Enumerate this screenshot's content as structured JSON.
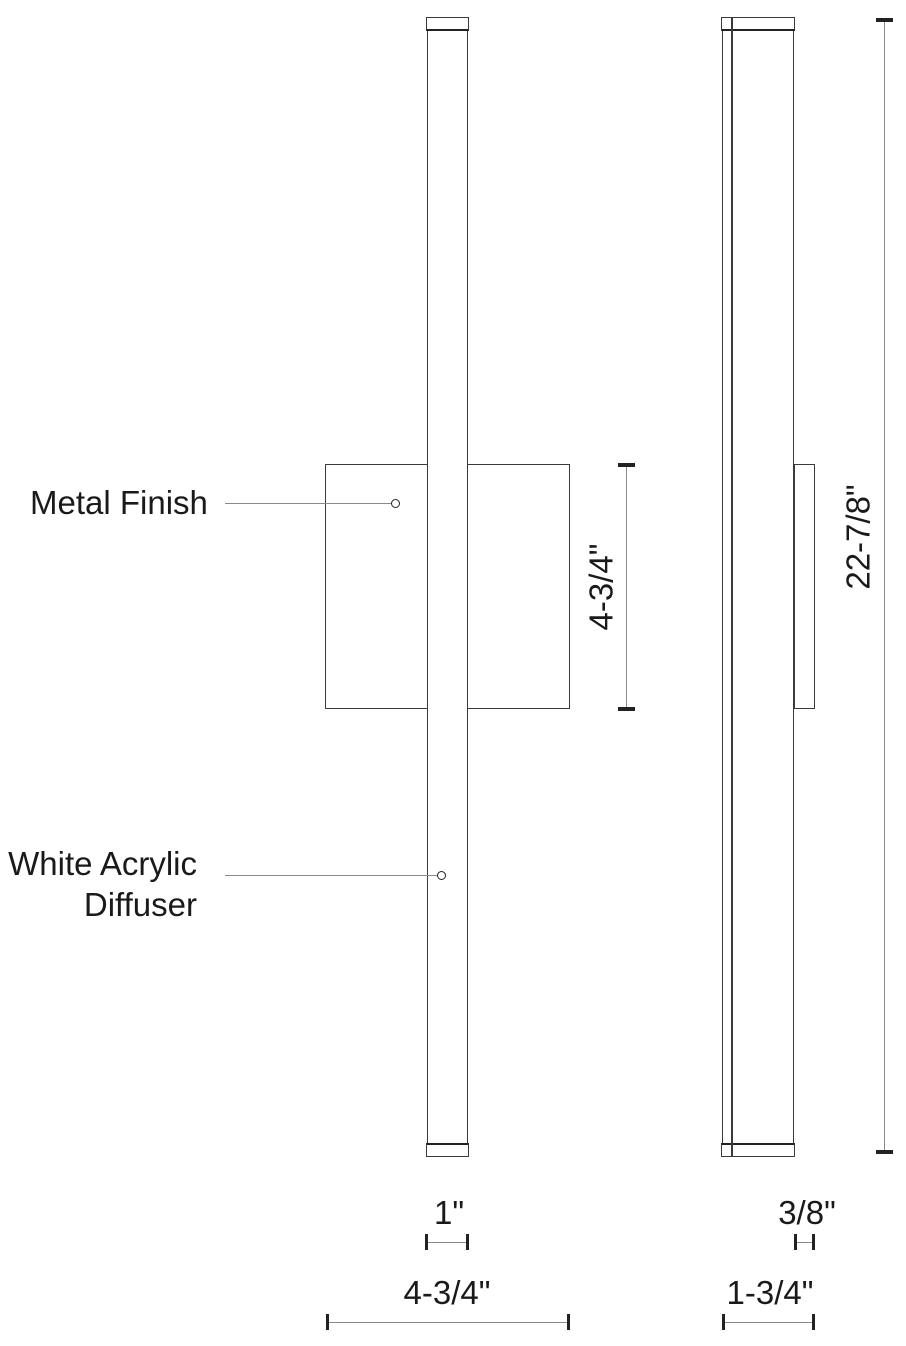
{
  "drawing": {
    "labels": {
      "metal_finish": "Metal Finish",
      "diffuser_line1": "White Acrylic",
      "diffuser_line2": "Diffuser"
    },
    "dimensions": {
      "plate_height": "4-3/4\"",
      "overall_height": "22-7/8\"",
      "bar_width": "1\"",
      "plate_width": "4-3/4\"",
      "plate_depth": "3/8\"",
      "overall_depth": "1-3/4\""
    },
    "colors": {
      "outline": "#3a3a3a",
      "dimension_line": "#8a8a8a",
      "tick": "#222222",
      "text": "#1a1a1a",
      "background": "#ffffff"
    }
  }
}
